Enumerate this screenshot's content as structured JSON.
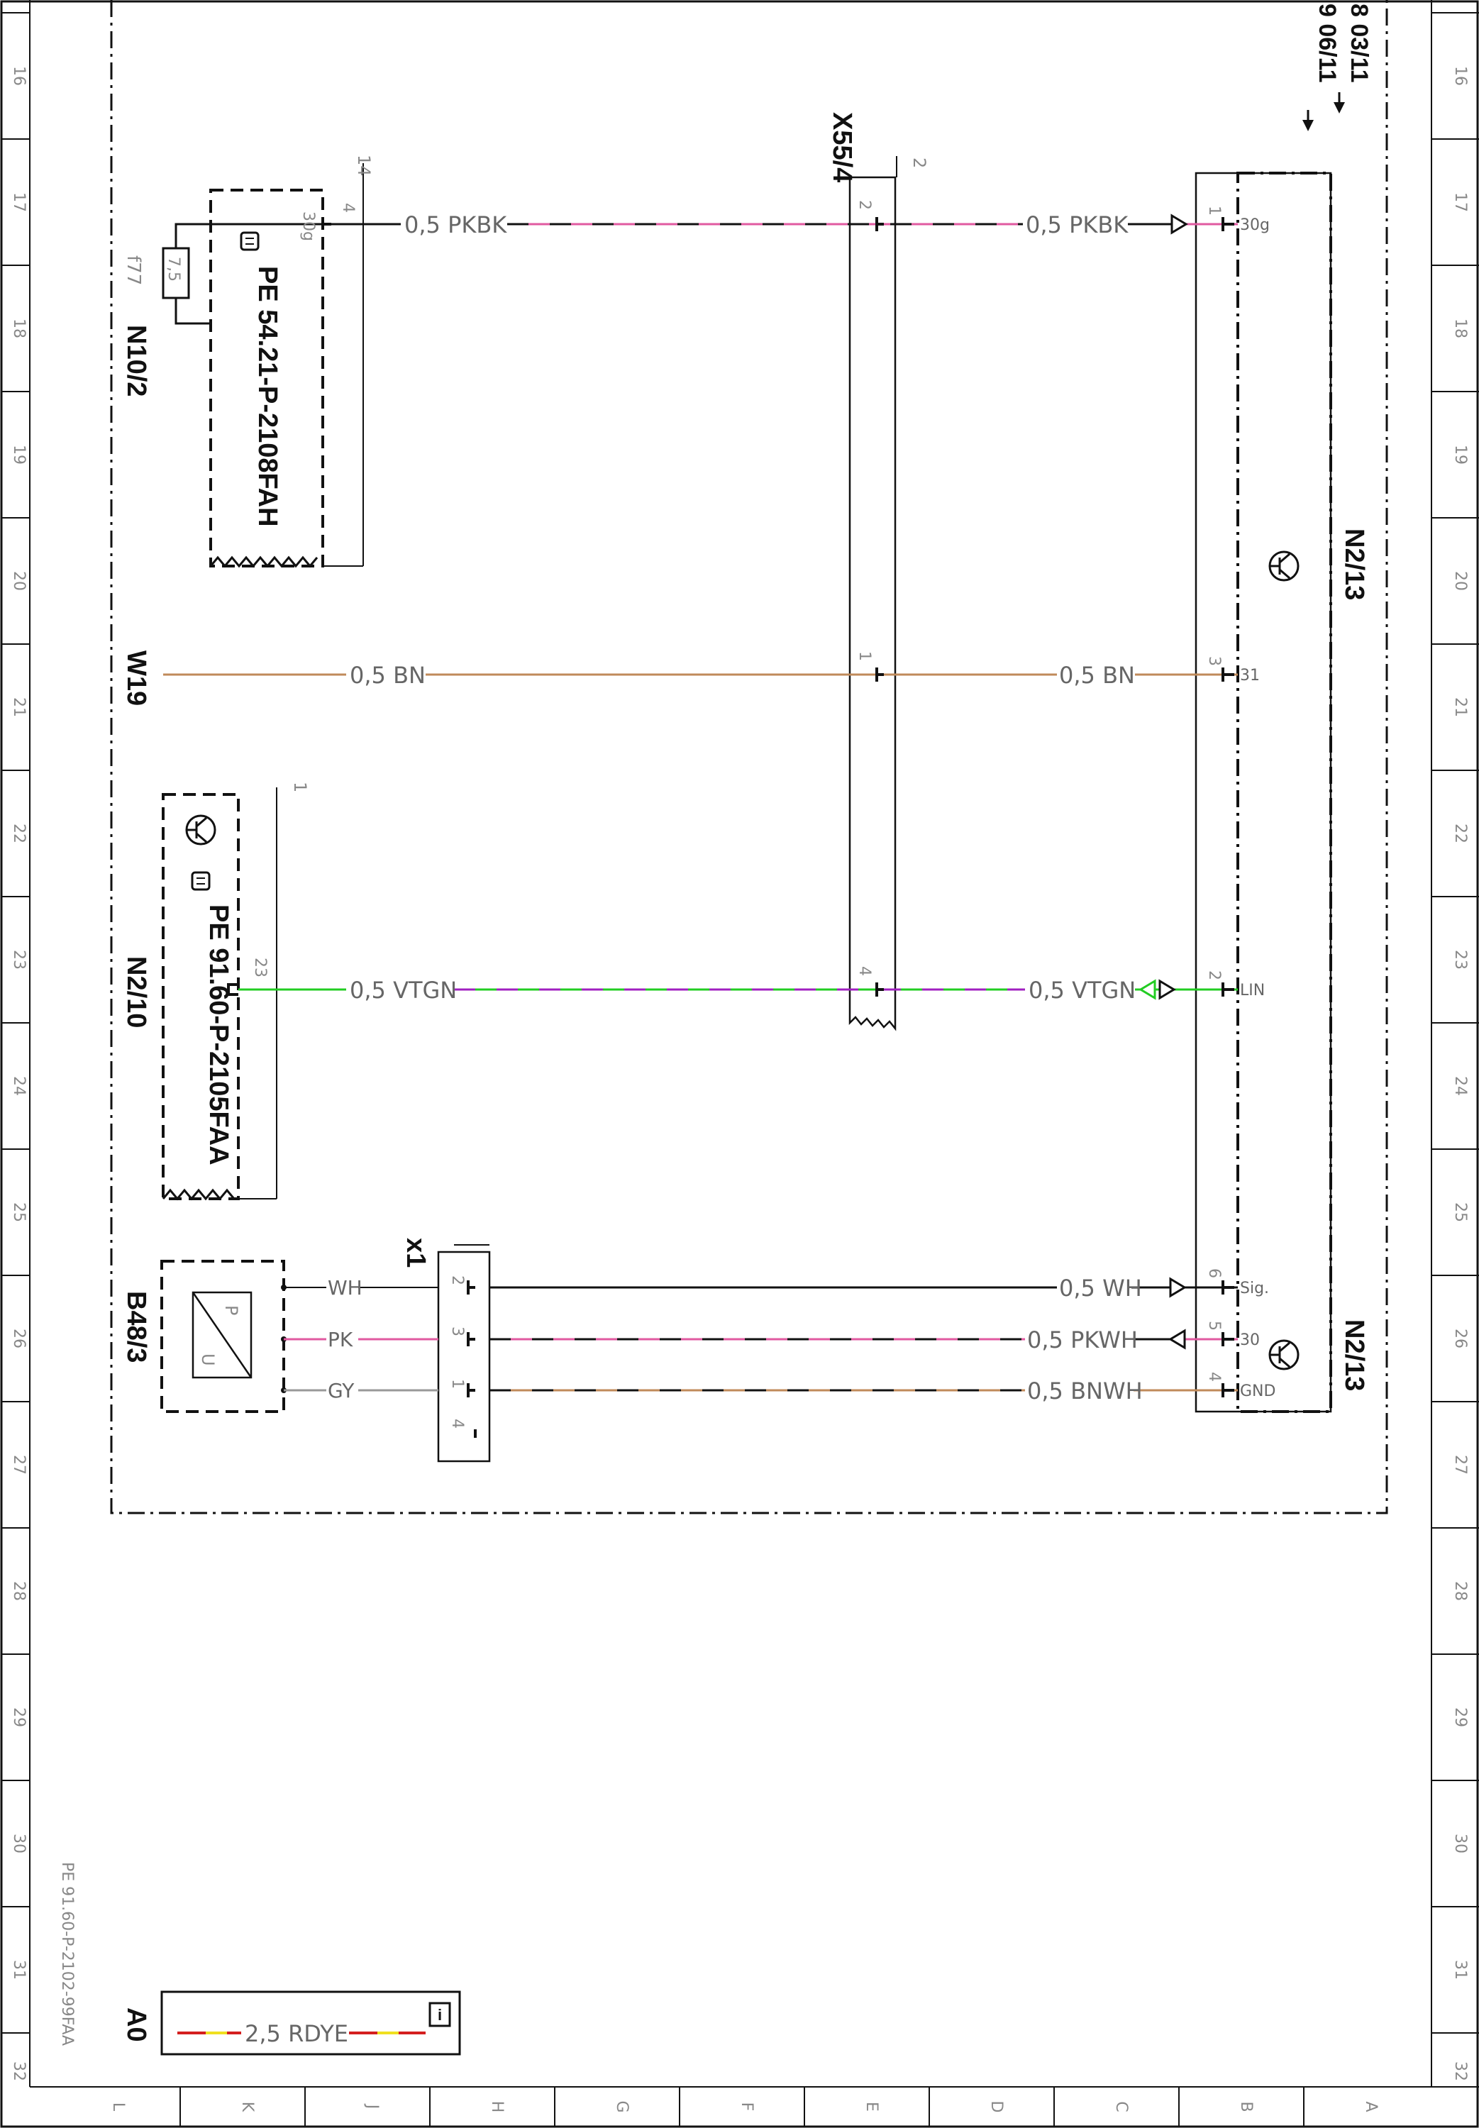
{
  "sheet": {
    "header_refs": [
      "8 03/11",
      "9 06/11"
    ],
    "footer_ref": "PE 91.60-P-2102-99FAA",
    "row_numbers": [
      "16",
      "17",
      "18",
      "19",
      "20",
      "21",
      "22",
      "23",
      "24",
      "25",
      "26",
      "27",
      "28",
      "29",
      "30",
      "31",
      "32"
    ],
    "column_letters": [
      "L",
      "K",
      "J",
      "H",
      "G",
      "F",
      "E",
      "D",
      "C",
      "B",
      "A"
    ]
  },
  "components": {
    "n10_2": {
      "id": "N10/2",
      "fuse_id": "f77",
      "fuse_rating": "7,5",
      "ref": "PE 54.21-P-2108FAH",
      "pin": "4",
      "pin_label": "30g",
      "harness": "14"
    },
    "w19": {
      "id": "W19"
    },
    "n2_10": {
      "id": "N2/10",
      "ref": "PE 91.60-P-2105FAA",
      "pin": "23",
      "harness": "1"
    },
    "b48_3": {
      "id": "B48/3",
      "symbol_p": "P",
      "symbol_u": "U"
    },
    "x1": {
      "id": "x1",
      "pins": [
        "2",
        "3",
        "1",
        "4"
      ]
    },
    "x55_4": {
      "id": "X55/4",
      "harness": "2",
      "pins": [
        "2",
        "1",
        "4"
      ]
    },
    "n2_13": {
      "id": "N2/13",
      "pins": [
        {
          "num": "1",
          "label": "30g"
        },
        {
          "num": "3",
          "label": "31"
        },
        {
          "num": "2",
          "label": "LIN"
        },
        {
          "num": "6",
          "label": "Sig."
        },
        {
          "num": "5",
          "label": "30"
        },
        {
          "num": "4",
          "label": "GND"
        }
      ]
    },
    "a0": {
      "id": "A0",
      "wire": "2,5 RDYE"
    }
  },
  "wires": {
    "pkbk_left": "0,5 PKBK",
    "pkbk_right": "0,5 PKBK",
    "bn_left": "0,5 BN",
    "bn_right": "0,5 BN",
    "vtgn_left": "0,5 VTGN",
    "vtgn_right": "0,5 VTGN",
    "wh_short": "WH",
    "pk_short": "PK",
    "gy_short": "GY",
    "wh_long": "0,5 WH",
    "pkwh_long": "0,5 PKWH",
    "bnwh_long": "0,5 BNWH"
  },
  "colors": {
    "pink": "#e05aa0",
    "black": "#111111",
    "brown": "#c08a5a",
    "green": "#22cc22",
    "violet": "#a020c0",
    "grey": "#999999",
    "white_wire": "#111111",
    "red": "#d41f1f",
    "yellow": "#f0e020"
  }
}
